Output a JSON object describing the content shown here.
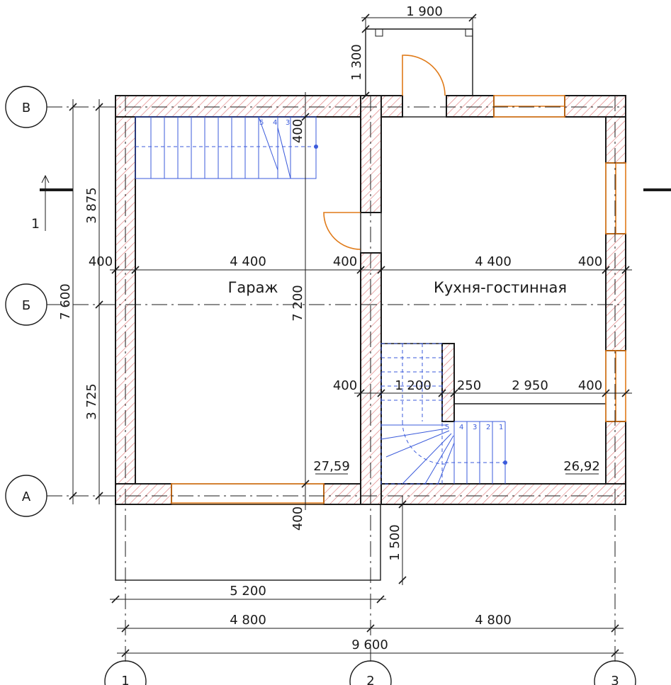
{
  "axes": {
    "rows": [
      "В",
      "Б",
      "А"
    ],
    "cols": [
      "1",
      "2",
      "3"
    ]
  },
  "rooms": {
    "garage": {
      "name": "Гараж",
      "area": "27,59"
    },
    "kitchen": {
      "name": "Кухня-гостинная",
      "area": "26,92"
    }
  },
  "dims": {
    "top_1900": "1 900",
    "side_1300": "1 300",
    "left_3875": "3 875",
    "left_3725": "3 725",
    "left_7600": "7 600",
    "inner_7200": "7 200",
    "stair_400": "400",
    "row1_400a": "400",
    "row1_4400a": "4 400",
    "row1_400b": "400",
    "row1_4400b": "4 400",
    "row1_400c": "400",
    "row2_400a": "400",
    "row2_1200": "1 200",
    "row2_250": "250",
    "row2_2950": "2 950",
    "row2_400b": "400",
    "bottom_400": "400",
    "porch_1500": "1 500",
    "bottom_5200": "5 200",
    "bottom_4800a": "4 800",
    "bottom_4800b": "4 800",
    "bottom_9600": "9 600"
  },
  "section_marker": {
    "label": "1"
  },
  "stair_steps_top": [
    "5",
    "4",
    "3"
  ],
  "stair_steps_bottom": [
    "5",
    "4",
    "3",
    "2",
    "1"
  ]
}
